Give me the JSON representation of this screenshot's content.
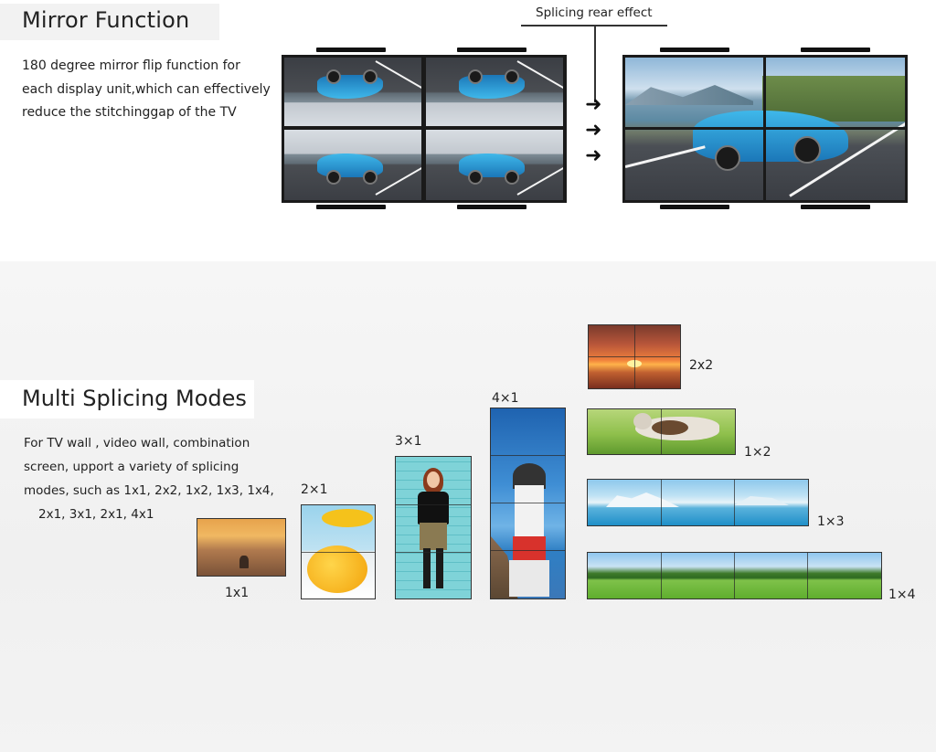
{
  "mirror": {
    "title": "Mirror Function",
    "description_lines": [
      "180 degree mirror flip function for",
      "each display unit,which can effectively",
      "reduce the stitchinggap of the TV"
    ],
    "rear_effect_label": "Splicing rear effect",
    "arrow_glyph": "➜"
  },
  "splicing": {
    "title": "Multi Splicing Modes",
    "description_lines": [
      "For TV wall , video wall, combination",
      "screen, upport a variety of splicing",
      "modes, such as 1x1, 2x2, 1x2, 1x3, 1x4,",
      "2x1, 3x1, 2x1, 4x1"
    ],
    "modes": [
      {
        "label": "1x1",
        "rows": 1,
        "cols": 1,
        "image": "desert-sunset"
      },
      {
        "label": "2×1",
        "rows": 2,
        "cols": 1,
        "image": "lemon"
      },
      {
        "label": "3×1",
        "rows": 3,
        "cols": 1,
        "image": "woman-brick-wall"
      },
      {
        "label": "4×1",
        "rows": 4,
        "cols": 1,
        "image": "lighthouse"
      },
      {
        "label": "2x2",
        "rows": 2,
        "cols": 2,
        "image": "sunset-clouds"
      },
      {
        "label": "1×2",
        "rows": 1,
        "cols": 2,
        "image": "running-cat"
      },
      {
        "label": "1×3",
        "rows": 1,
        "cols": 3,
        "image": "glacier-sea"
      },
      {
        "label": "1×4",
        "rows": 1,
        "cols": 4,
        "image": "green-field"
      }
    ]
  },
  "colors": {
    "car_blue": "#2a9ad8",
    "bezel": "#1a1a1a",
    "background_bottom": "#f2f2f2"
  }
}
